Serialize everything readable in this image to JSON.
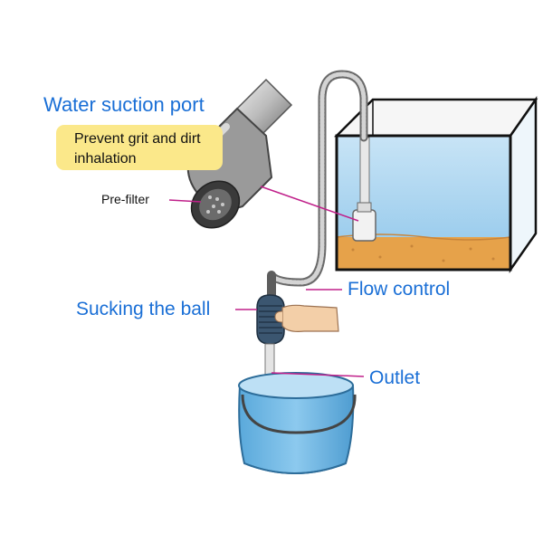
{
  "labels": {
    "water_suction_port": "Water suction port",
    "note": "Prevent grit and dirt inhalation",
    "pre_filter": "Pre-filter",
    "flow_control": "Flow control",
    "sucking_ball": "Sucking the ball",
    "outlet": "Outlet"
  },
  "colors": {
    "label_blue": "#1a6fd6",
    "note_yellow": "#fbe88a",
    "leader_magenta": "#c0208a",
    "water": "#a9d4ef",
    "sand": "#e6a24a",
    "bucket": "#7fc1e8"
  }
}
